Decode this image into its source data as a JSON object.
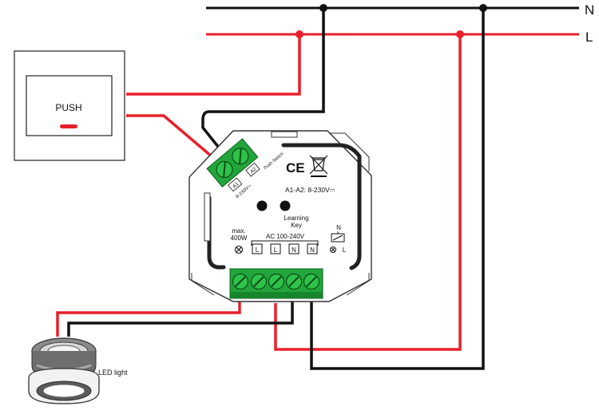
{
  "wires": {
    "neutral_label": "N",
    "live_label": "L",
    "black_color": "#111111",
    "red_color": "#e8202a"
  },
  "push_switch": {
    "label": "PUSH"
  },
  "module": {
    "ce_mark": "CE",
    "voltage_a1a2": "A1-A2: 8-230V⎓",
    "learning_key_line1": "Learning",
    "learning_key_line2": "Key",
    "max_load_line1": "max.",
    "max_load_line2": "400W",
    "ac_input": "AC 100-240V",
    "terminal_labels": [
      "L",
      "L",
      "N",
      "N"
    ],
    "dimmer_n": "N",
    "dimmer_l": "L",
    "input_block_a1": "A1",
    "input_block_a2": "A2",
    "input_block_range": "8-230V⎓",
    "input_block_push": "Push Switch",
    "terminal_color": "#22a53a"
  },
  "led": {
    "label": "LED light"
  }
}
